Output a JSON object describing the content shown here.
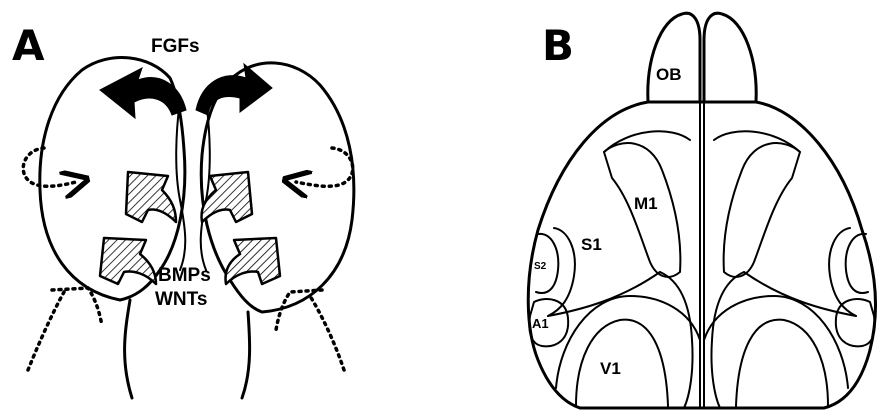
{
  "panel_a": {
    "letter": "A",
    "top_label": "FGFs",
    "bottom_label_1": "BMPs",
    "bottom_label_2": "WNTs"
  },
  "panel_b": {
    "letter": "B",
    "areas": {
      "ob": "OB",
      "m1": "M1",
      "s1": "S1",
      "s2": "S2",
      "a1": "A1",
      "v1": "V1"
    }
  }
}
